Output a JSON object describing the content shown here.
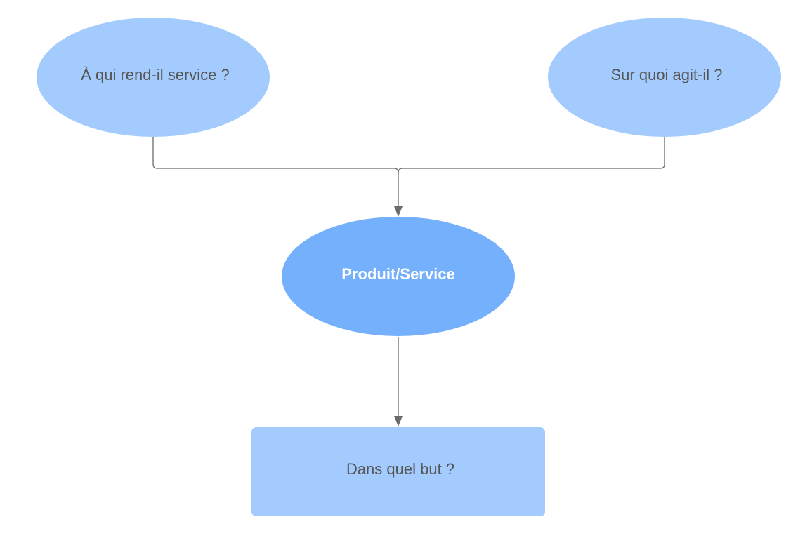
{
  "diagram": {
    "nodes": {
      "who": {
        "label": "À qui rend-il service ?",
        "shape": "ellipse",
        "fill": "#a3cbfd"
      },
      "what": {
        "label": "Sur quoi agit-il ?",
        "shape": "ellipse",
        "fill": "#a3cbfd"
      },
      "product": {
        "label": "Produit/Service",
        "shape": "ellipse",
        "fill": "#75b0fc",
        "text_color": "#ffffff"
      },
      "purpose": {
        "label": "Dans quel but ?",
        "shape": "rounded-rectangle",
        "fill": "#a3cbfd"
      }
    },
    "edges": [
      {
        "from": "who",
        "to": "product"
      },
      {
        "from": "what",
        "to": "product"
      },
      {
        "from": "product",
        "to": "purpose"
      }
    ],
    "colors": {
      "connector": "#6b6b6b",
      "text": "#555555"
    }
  }
}
